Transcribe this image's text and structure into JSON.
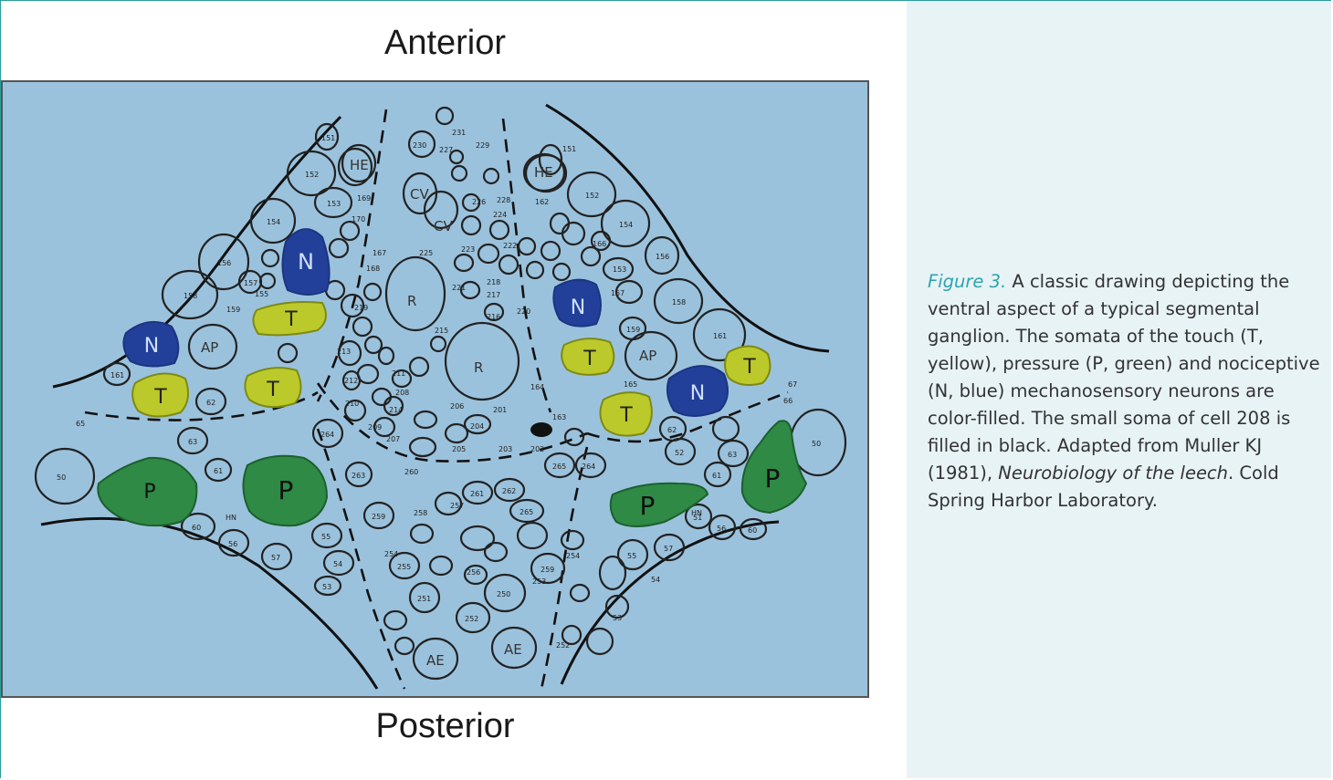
{
  "orientation": {
    "top": "Anterior",
    "bottom": "Posterior"
  },
  "caption": {
    "figure_ref": "Figure 3.",
    "text_1": " A classic drawing depicting the ventral aspect of a typical segmental ganglion. The somata of the touch (T, yellow), pressure (P, green) and nociceptive (N, blue) mechanosensory neurons are color-filled. The small soma of cell 208 is filled in black. Adapted from Muller KJ (1981), ",
    "book_title": "Neurobiology of the leech",
    "text_2": ". Cold Spring Harbor Laboratory."
  },
  "colors": {
    "touch": "#bcc92a",
    "pressure": "#2e8a45",
    "nociceptive": "#22409a",
    "background": "#9bc2dc",
    "caption_accent": "#2ea4ad"
  },
  "diagram": {
    "neuron_labels": {
      "touch": "T",
      "pressure": "P",
      "nociceptive": "N"
    },
    "cell_labels": {
      "he": "HE",
      "cv": "CV",
      "r": "R",
      "ap": "AP",
      "ae": "AE",
      "hn": "HN",
      "c50": "50",
      "c51": "51",
      "c52": "52",
      "c53": "53",
      "c54": "54",
      "c55": "55",
      "c56": "56",
      "c57": "57",
      "c60": "60",
      "c61": "61",
      "c62": "62",
      "c63": "63",
      "c65": "65",
      "c66": "66",
      "c67": "67",
      "c151": "151",
      "c152": "152",
      "c153": "153",
      "c154": "154",
      "c155": "155",
      "c156": "156",
      "c157": "157",
      "c158": "158",
      "c159": "159",
      "c161": "161",
      "c162": "162",
      "c163": "163",
      "c164": "164",
      "c165": "165",
      "c166": "166",
      "c167": "167",
      "c168": "168",
      "c169": "169",
      "c170": "170",
      "c201": "201",
      "c202": "202",
      "c203": "203",
      "c204": "204",
      "c205": "205",
      "c206": "206",
      "c207": "207",
      "c208": "208",
      "c209": "209",
      "c210": "210",
      "c211": "211",
      "c212": "212",
      "c213": "213",
      "c214": "214",
      "c215": "215",
      "c216": "216",
      "c217": "217",
      "c218": "218",
      "c219": "219",
      "c220": "220",
      "c221": "221",
      "c222": "222",
      "c223": "223",
      "c224": "224",
      "c225": "225",
      "c226": "226",
      "c227": "227",
      "c228": "228",
      "c229": "229",
      "c230": "230",
      "c231": "231",
      "c250": "250",
      "c251": "251",
      "c252": "252",
      "c253": "253",
      "c254": "254",
      "c255": "255",
      "c256": "256",
      "c257": "257",
      "c258": "258",
      "c259": "259",
      "c260": "260",
      "c261": "261",
      "c262": "262",
      "c263": "263",
      "c264": "264",
      "c265": "265"
    }
  }
}
